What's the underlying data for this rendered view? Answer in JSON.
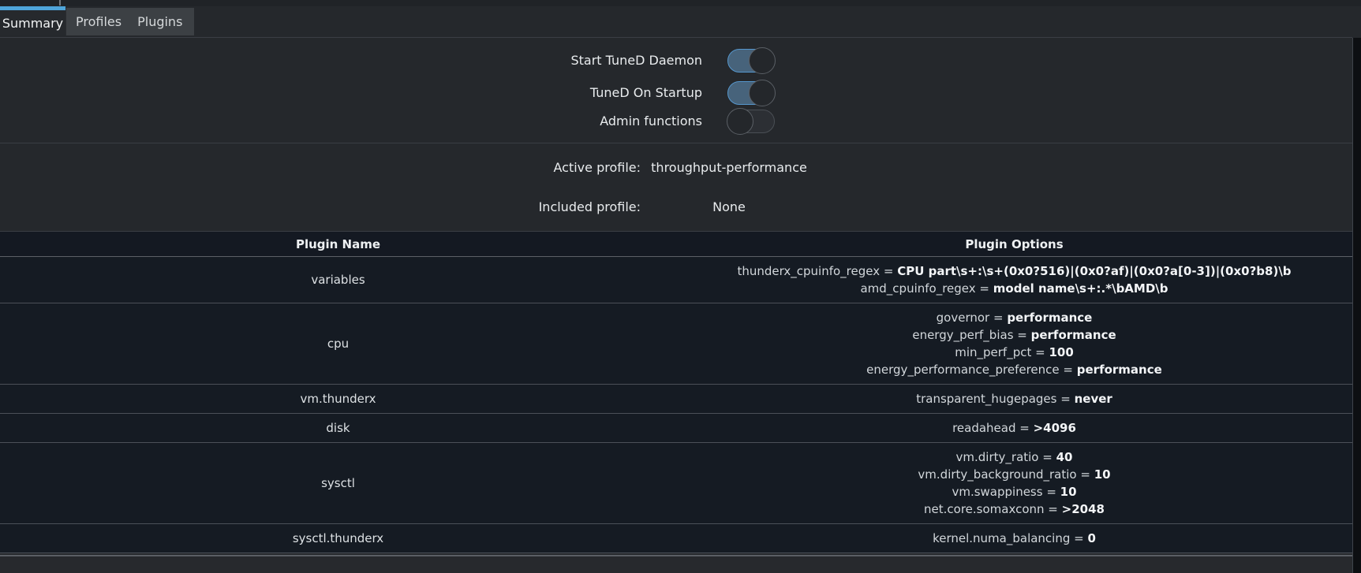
{
  "tabs": {
    "items": [
      {
        "label": "Summary",
        "active": true
      },
      {
        "label": "Profiles",
        "active": false
      },
      {
        "label": "Plugins",
        "active": false
      }
    ]
  },
  "toggles": [
    {
      "label": "Start TuneD Daemon",
      "state": "on"
    },
    {
      "label": "TuneD On Startup",
      "state": "on"
    },
    {
      "label": "Admin functions",
      "state": "off"
    }
  ],
  "profile": {
    "active_label": "Active profile:",
    "active_value": "throughput-performance",
    "included_label": "Included profile:",
    "included_value": "None"
  },
  "table": {
    "headers": {
      "name": "Plugin Name",
      "options": "Plugin Options"
    },
    "rows": [
      {
        "name": "variables",
        "options": [
          {
            "key": "thunderx_cpuinfo_regex",
            "value": "CPU part\\s+:\\s+(0x0?516)|(0x0?af)|(0x0?a[0-3])|(0x0?b8)\\b"
          },
          {
            "key": "amd_cpuinfo_regex",
            "value": "model name\\s+:.*\\bAMD\\b"
          }
        ]
      },
      {
        "name": "cpu",
        "options": [
          {
            "key": "governor",
            "value": "performance"
          },
          {
            "key": "energy_perf_bias",
            "value": "performance"
          },
          {
            "key": "min_perf_pct",
            "value": "100"
          },
          {
            "key": "energy_performance_preference",
            "value": "performance"
          }
        ]
      },
      {
        "name": "vm.thunderx",
        "options": [
          {
            "key": "transparent_hugepages",
            "value": "never"
          }
        ]
      },
      {
        "name": "disk",
        "options": [
          {
            "key": "readahead",
            "value": ">4096"
          }
        ]
      },
      {
        "name": "sysctl",
        "options": [
          {
            "key": "vm.dirty_ratio",
            "value": "40"
          },
          {
            "key": "vm.dirty_background_ratio",
            "value": "10"
          },
          {
            "key": "vm.swappiness",
            "value": "10"
          },
          {
            "key": "net.core.somaxconn",
            "value": ">2048"
          }
        ]
      },
      {
        "name": "sysctl.thunderx",
        "options": [
          {
            "key": "kernel.numa_balancing",
            "value": "0"
          }
        ]
      }
    ]
  },
  "colors": {
    "accent_blue": "#4fa5da",
    "toggle_on_fill": "#47637b",
    "toggle_on_border": "#5596cc",
    "page_background": "#25282c",
    "table_background": "#151b23",
    "row_separator": "#4b5058"
  }
}
